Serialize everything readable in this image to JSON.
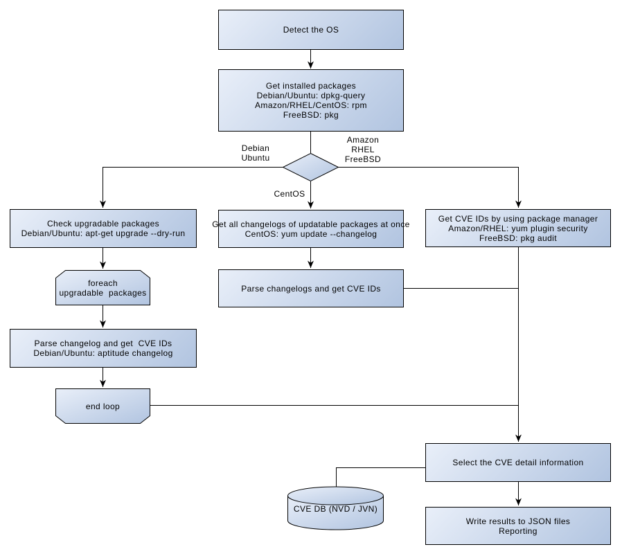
{
  "colors": {
    "grad_light": "#e9eff9",
    "grad_dark": "#b1c4e0",
    "node_border": "#000000",
    "edge": "#000000",
    "text": "#000000",
    "background": "#ffffff"
  },
  "nodes": {
    "detect_os": {
      "text": "Detect the OS"
    },
    "get_installed_packages": {
      "text": "Get installed packages\nDebian/Ubuntu: dpkg-query\nAmazon/RHEL/CentOS: rpm\nFreeBSD: pkg"
    },
    "check_upgradable": {
      "text": "Check upgradable packages\nDebian/Ubuntu: apt-get upgrade --dry-run"
    },
    "foreach_loop": {
      "text": "foreach\nupgradable  packages"
    },
    "parse_changelog_deb": {
      "text": "Parse changelog and get  CVE IDs\nDebian/Ubuntu: aptitude changelog"
    },
    "end_loop": {
      "text": "end loop"
    },
    "get_all_changelogs": {
      "text": "Get all changelogs of updatable packages at once\nCentOS: yum update --changelog"
    },
    "parse_changelogs_centos": {
      "text": "Parse changelogs and get CVE IDs"
    },
    "get_cve_ids_pkg_mgr": {
      "text": "Get CVE IDs by using package manager\nAmazon/RHEL: yum plugin security\nFreeBSD: pkg audit"
    },
    "select_cve_detail": {
      "text": "Select the CVE detail information"
    },
    "write_results": {
      "text": "Write results to JSON files\nReporting"
    },
    "cve_db": {
      "text": "CVE DB (NVD / JVN)"
    }
  },
  "edge_labels": {
    "debian_ubuntu": "Debian\nUbuntu",
    "amazon_rhel_freebsd": "Amazon\nRHEL\nFreeBSD",
    "centos": "CentOS"
  }
}
